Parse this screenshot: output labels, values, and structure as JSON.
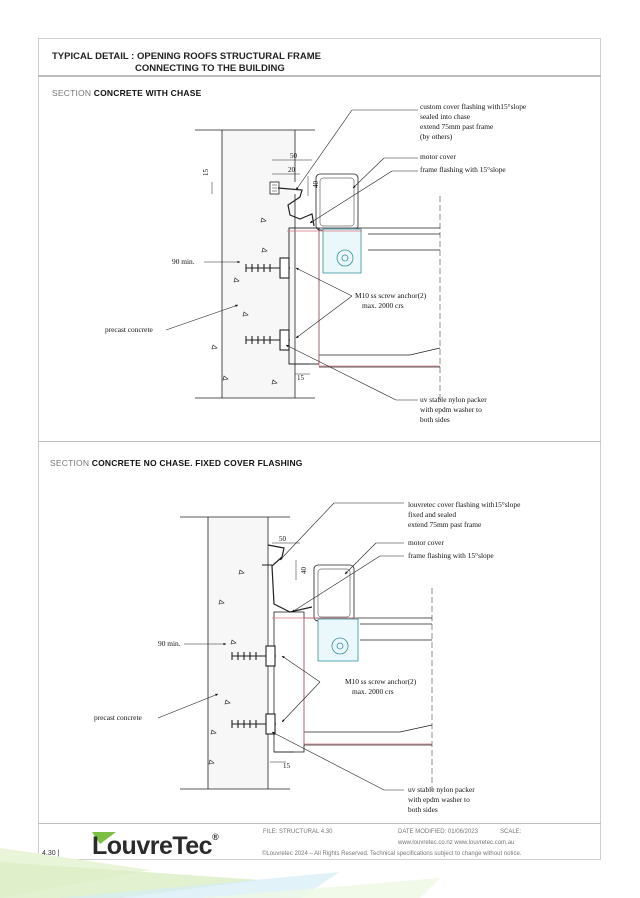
{
  "header": {
    "title_line1": "TYPICAL DETAIL :  OPENING ROOFS STRUCTURAL FRAME",
    "title_line2": "CONNECTING TO THE BUILDING"
  },
  "section1": {
    "prefix": "SECTION",
    "name": "CONCRETE WITH CHASE",
    "notes": {
      "flashing_1": "custom cover flashing with15°slope",
      "flashing_2": "sealed into chase",
      "flashing_3": "extend 75mm past frame",
      "flashing_4": "(by others)",
      "motor_cover": "motor cover",
      "frame_flashing": "frame flashing with 15°slope",
      "min_90": "90 min.",
      "screw_1": "M10 ss screw anchor(2)",
      "screw_2": "max. 2000 crs",
      "precast": "precast concrete",
      "packer_1": "uv stable nylon packer",
      "packer_2": "with epdm washer to",
      "packer_3": "both sides"
    },
    "dims": {
      "d50": "50",
      "d20": "20",
      "d15a": "15",
      "d40": "40",
      "d15b": "15"
    }
  },
  "section2": {
    "prefix": "SECTION",
    "name": "CONCRETE NO CHASE. FIXED COVER FLASHING",
    "notes": {
      "flashing_1": "louvretec cover flashing with15°slope",
      "flashing_2": "fixed and sealed",
      "flashing_3": "extend 75mm past frame",
      "motor_cover": "motor cover",
      "frame_flashing": "frame flashing with 15°slope",
      "min_90": "90 min.",
      "screw_1": "M10 ss screw anchor(2)",
      "screw_2": "max. 2000 crs",
      "precast": "precast concrete",
      "packer_1": "uv stable nylon packer",
      "packer_2": "with epdm washer to",
      "packer_3": "both sides"
    },
    "dims": {
      "d50": "50",
      "d40": "40",
      "d15": "15"
    }
  },
  "footer": {
    "page": "4.30",
    "file": "FILE: STRUCTURAL 4.30",
    "date": "DATE MODIFIED: 01/06/2023",
    "scale": "SCALE:",
    "web": "www.louvretec.co.nz     www.louvretec.com.au",
    "copyright": "©Louvretec 2024 – All Rights Reserved. Technical specifications subject to change without notice.",
    "logo": "LouvreTec",
    "logo_mark": "®"
  },
  "colors": {
    "accent": "#7cc043",
    "drawing": "#222222",
    "red_line": "#d9717d",
    "cyan": "#7fd3e0"
  }
}
